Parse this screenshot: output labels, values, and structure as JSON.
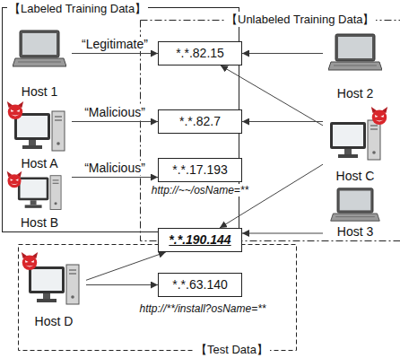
{
  "diagram": {
    "nodes": [
      {
        "text": [
          "【Labeled Training Data】"
        ]
      },
      {
        "text": [
          "【Unlabeled Training Data】"
        ]
      },
      {
        "text": [
          "Host 1"
        ],
        "in": 0
      },
      {
        "text": [
          "*.*.82.15"
        ]
      },
      {
        "text": [
          "Host 2"
        ],
        "in": 1
      },
      {
        "text": [
          "Host A"
        ],
        "in": 0
      },
      {
        "text": [
          "*.*.82.7"
        ]
      },
      {
        "text": [
          "Host C"
        ],
        "in": 1
      },
      {
        "text": [
          "Host B"
        ],
        "in": 0
      },
      {
        "text": [
          "*.*.17.193"
        ]
      },
      {
        "text": [
          "*.*.190.144"
        ]
      },
      {
        "text": [
          "Host 3"
        ],
        "in": 1
      },
      {
        "text": [
          "【Test Data】"
        ]
      },
      {
        "text": [
          "Host D"
        ],
        "in": 12
      },
      {
        "text": [
          "*.*.63.140"
        ],
        "in": 12
      }
    ],
    "edges": [
      {
        "from": 2,
        "to": 3,
        "label": "“Legitimate”",
        "arrow": "to"
      },
      {
        "from": 4,
        "to": 3,
        "arrow": "to"
      },
      {
        "from": 5,
        "to": 6,
        "label": "“Malicious”",
        "arrow": "to"
      },
      {
        "from": 7,
        "to": 3,
        "arrow": "to"
      },
      {
        "from": 7,
        "to": 6,
        "arrow": "to"
      },
      {
        "from": 7,
        "to": 10,
        "arrow": "to"
      },
      {
        "from": 8,
        "to": 9,
        "label": "“Malicious”",
        "arrow": "to"
      },
      {
        "from": 11,
        "to": 10,
        "arrow": "to"
      },
      {
        "from": 13,
        "to": 10,
        "arrow": "to"
      },
      {
        "from": 13,
        "to": 14,
        "arrow": "to"
      }
    ],
    "labels": [
      "http://~~/osName=**",
      "http://**/install?osName=**"
    ]
  }
}
